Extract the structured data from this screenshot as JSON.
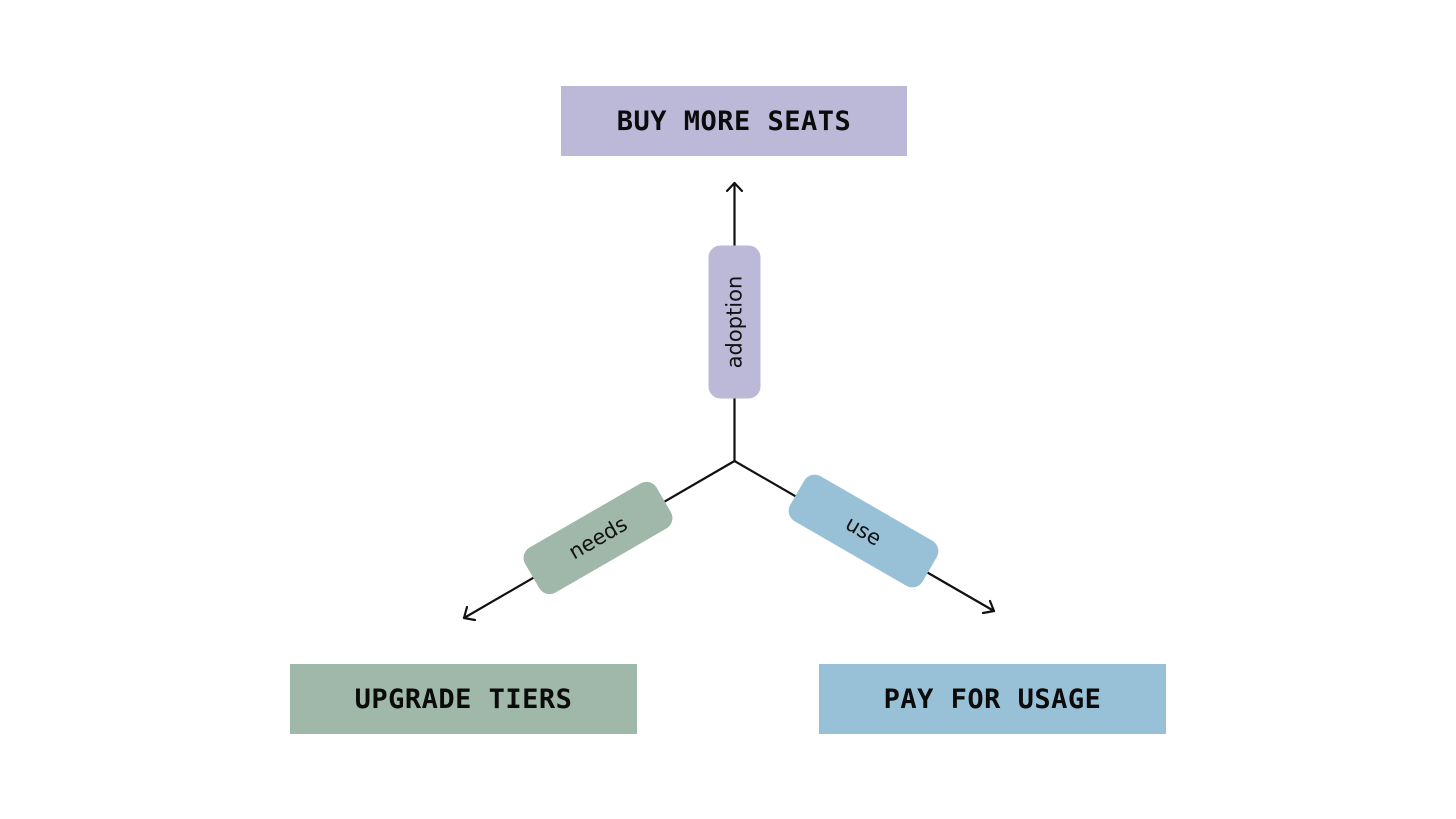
{
  "colors": {
    "purple": "#bcb9d8",
    "green": "#a0b8aa",
    "blue": "#98c0d6",
    "line": "#111111",
    "background": "#ffffff"
  },
  "outcomes": {
    "top": {
      "label": "BUY MORE SEATS"
    },
    "left": {
      "label": "UPGRADE TIERS"
    },
    "right": {
      "label": "PAY FOR USAGE"
    }
  },
  "drivers": {
    "top": {
      "label": "adoption"
    },
    "left": {
      "label": "needs"
    },
    "right": {
      "label": "use"
    }
  }
}
